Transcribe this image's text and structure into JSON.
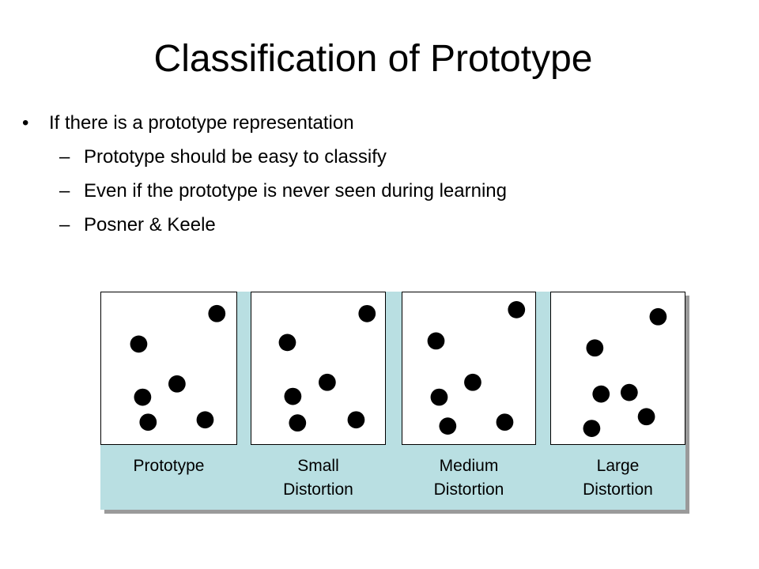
{
  "slide": {
    "title": "Classification of Prototype",
    "bullet": {
      "marker": "•",
      "text": "If there is a prototype representation",
      "sub_marker": "–",
      "sub_items": [
        "Prototype should be easy to classify",
        "Even if the prototype is never seen during learning",
        "Posner & Keele"
      ]
    }
  },
  "figure": {
    "colors": {
      "background": "#b9dfe2",
      "shadow": "#9a9a9a",
      "panel": "#ffffff",
      "dot": "#000000"
    },
    "panels": [
      {
        "label_lines": [
          "Prototype"
        ]
      },
      {
        "label_lines": [
          "Small",
          "Distortion"
        ]
      },
      {
        "label_lines": [
          "Medium",
          "Distortion"
        ]
      },
      {
        "label_lines": [
          "Large",
          "Distortion"
        ]
      }
    ]
  }
}
